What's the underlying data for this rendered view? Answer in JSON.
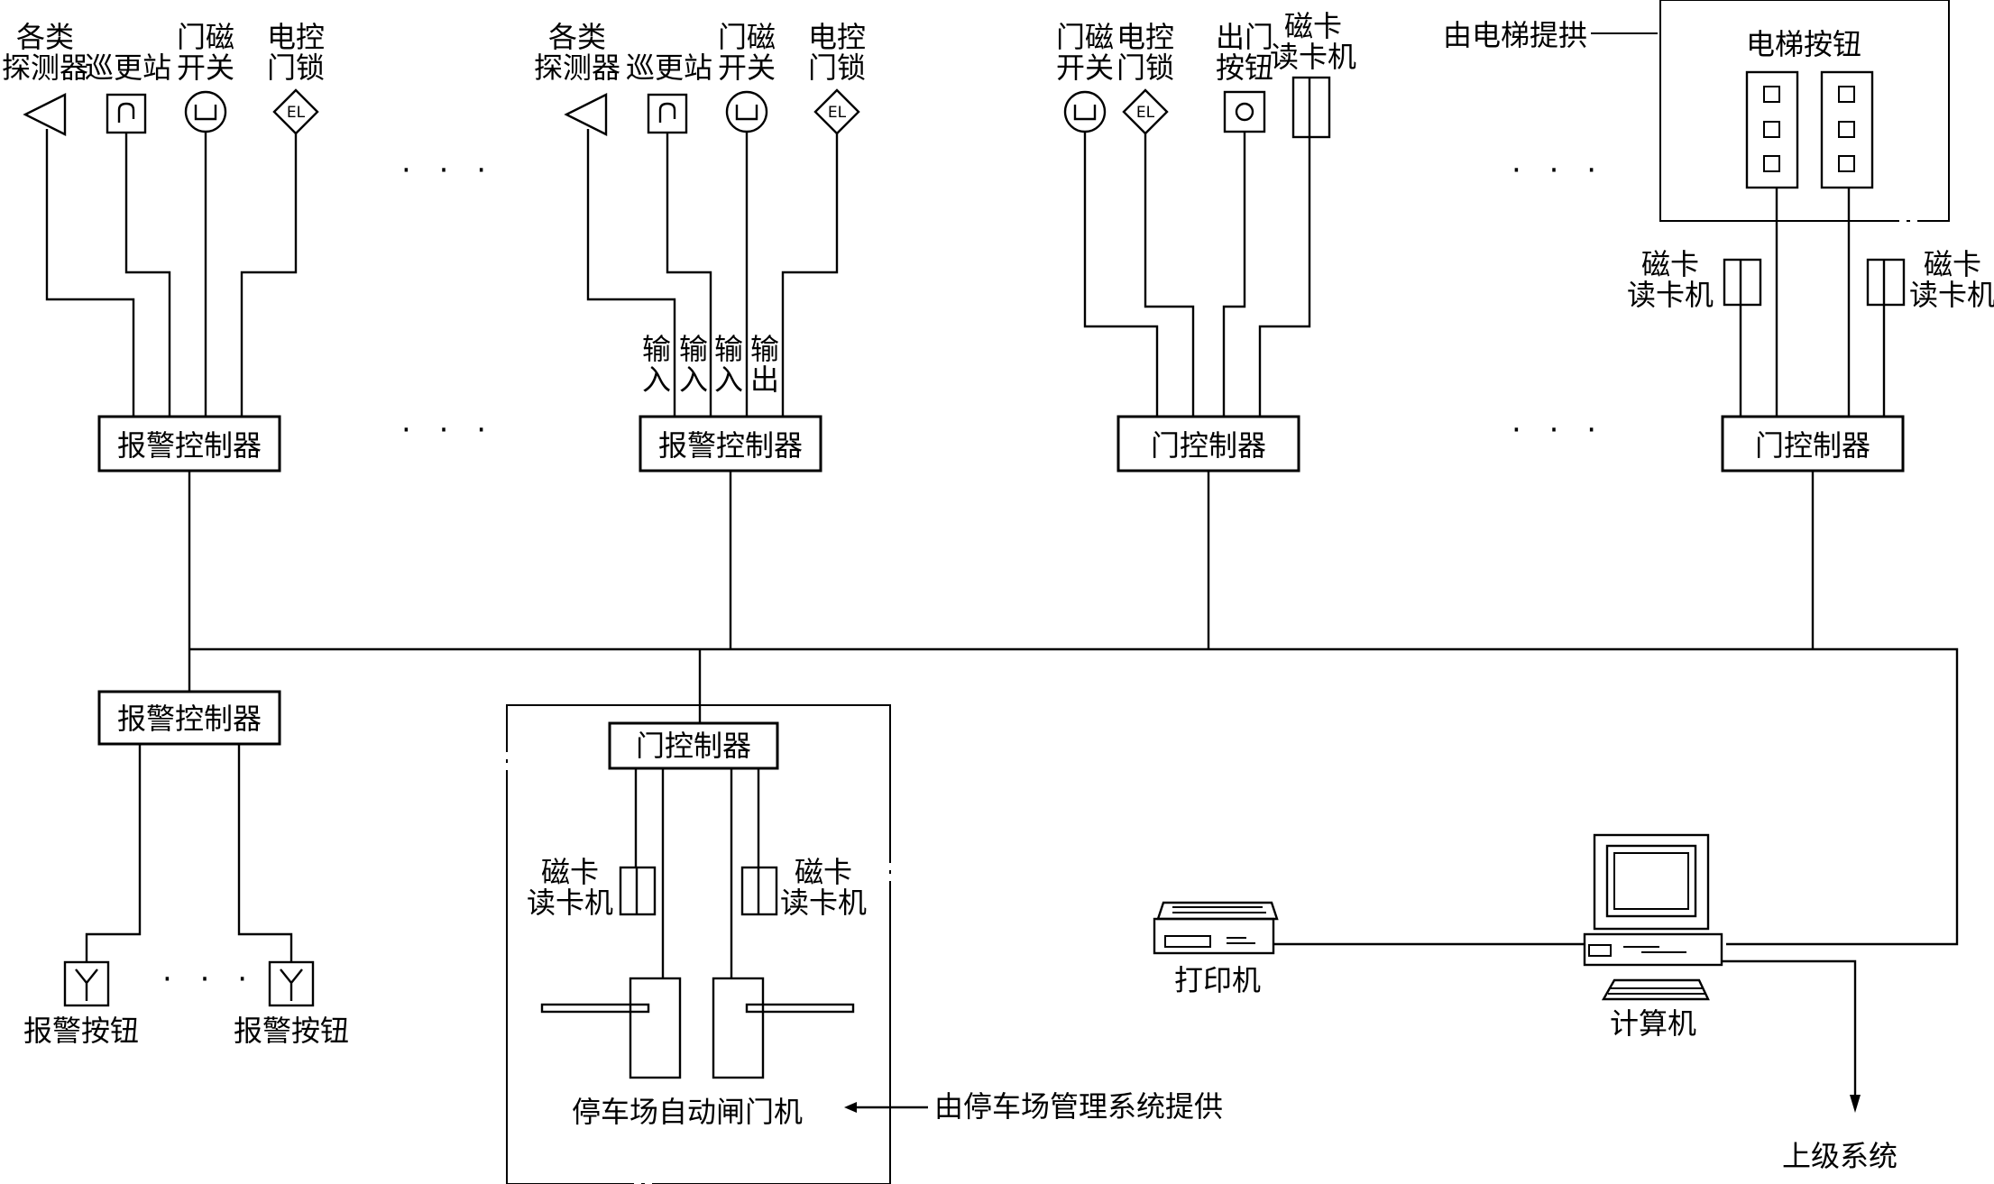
{
  "devices": {
    "detectors": [
      "各类",
      "探测器"
    ],
    "patrol_station": "巡更站",
    "door_magnet": [
      "门磁",
      "开关"
    ],
    "electric_lock": [
      "电控",
      "门锁"
    ],
    "door_magnet_2": [
      "门磁",
      "开关"
    ],
    "electric_lock_2": [
      "电控",
      "门锁"
    ],
    "exit_button": [
      "出门",
      "按钮"
    ],
    "card_reader": [
      "磁卡",
      "读卡机"
    ],
    "el_symbol": "EL"
  },
  "io_labels": {
    "input": [
      "输",
      "入"
    ],
    "output": [
      "输",
      "出"
    ]
  },
  "controllers": {
    "alarm": "报警控制器",
    "door": "门控制器"
  },
  "elevator": {
    "provided_by": "由电梯提拱",
    "buttons_title": "电梯按钮"
  },
  "alarm_button": "报警按钮",
  "parking": {
    "gate": "停车场自动闸门机",
    "provided_by": "由停车场管理系统提供"
  },
  "printer": "打印机",
  "computer": "计算机",
  "upper_system": "上级系统",
  "ellipsis": "· · ·"
}
